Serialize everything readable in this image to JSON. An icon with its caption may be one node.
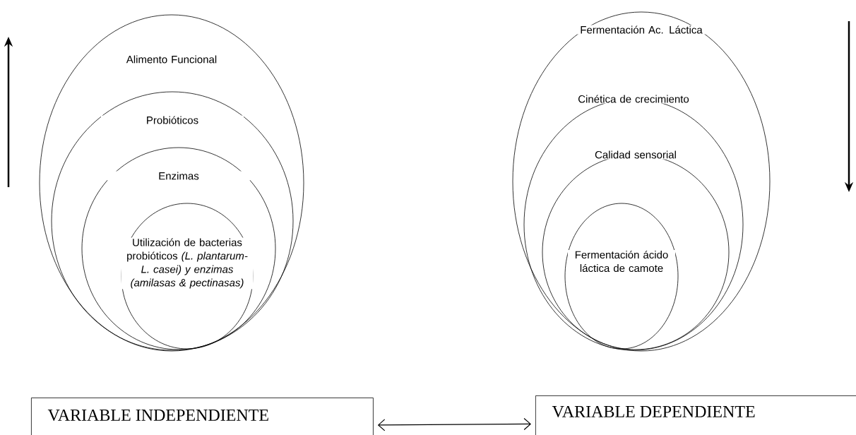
{
  "diagram": {
    "nodes": [
      {
        "text": [
          "Alimento Funcional"
        ]
      },
      {
        "text": [
          "Probióticos"
        ],
        "in": 0
      },
      {
        "text": [
          "Enzimas"
        ],
        "in": 1
      },
      {
        "text": [
          "Utilización de bacterias probióticos *(L. plantarum- L. casei) y enzimas (amilasas & pectinasas)*"
        ],
        "in": 2
      },
      {
        "text": [
          "Fermentación Ac. Láctica"
        ]
      },
      {
        "text": [
          "Cinética de crecimiento"
        ],
        "in": 4
      },
      {
        "text": [
          "Calidad sensorial"
        ],
        "in": 5
      },
      {
        "text": [
          "Fermentación ácido láctica de camote"
        ],
        "in": 6
      },
      {
        "text": [
          "VARIABLE INDEPENDIENTE"
        ]
      },
      {
        "text": [
          "VARIABLE DEPENDIENTE"
        ]
      }
    ],
    "edges": [
      {
        "from": 8,
        "to": 9,
        "arrow": "both"
      }
    ]
  }
}
